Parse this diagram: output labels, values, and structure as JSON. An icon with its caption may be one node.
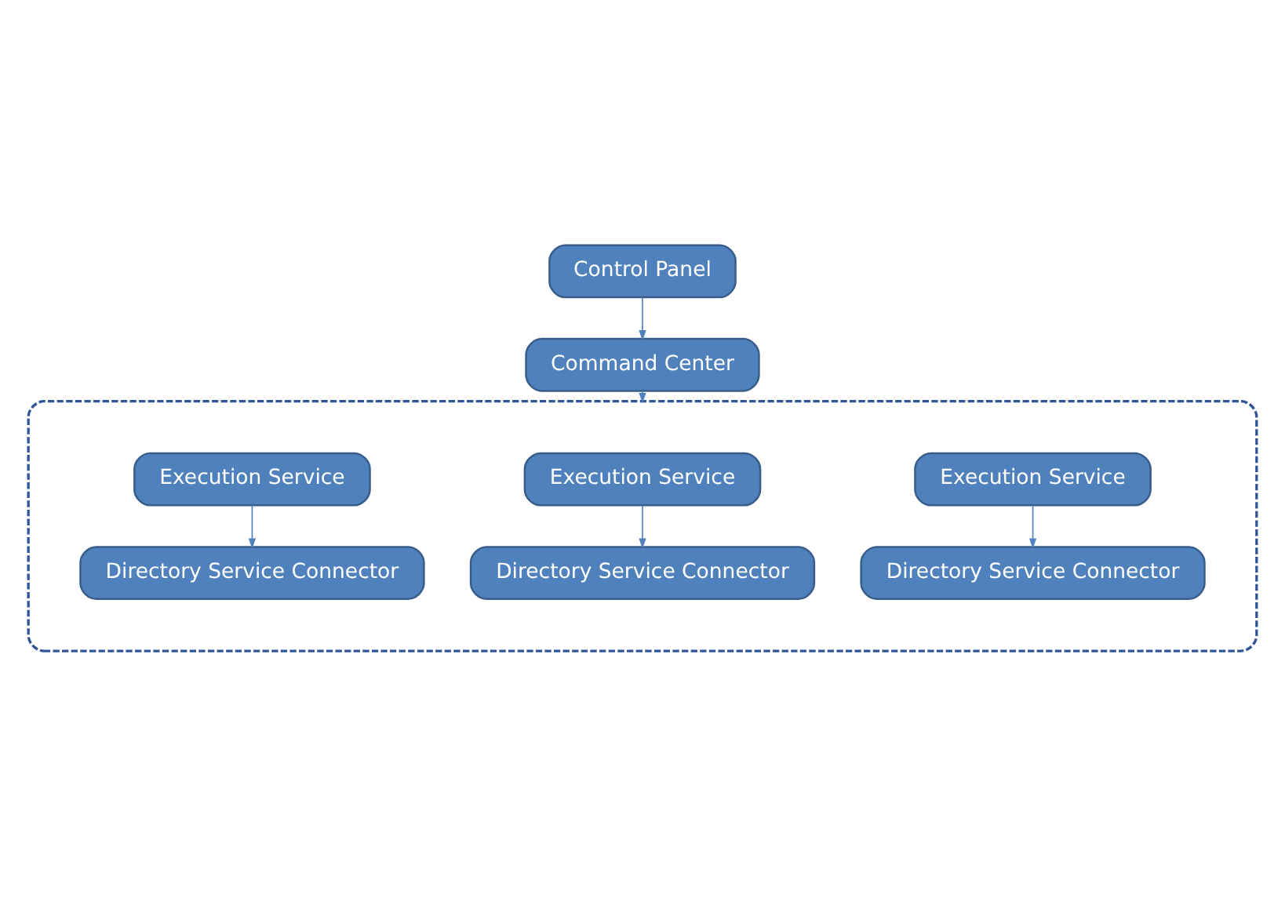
{
  "diagram": {
    "nodes": [
      {
        "text": [
          "Control Panel"
        ]
      },
      {
        "text": [
          "Command Center"
        ]
      },
      {
        "text": [],
        "shape": "ellipse"
      },
      {
        "text": [
          "Execution Service"
        ],
        "in": 2
      },
      {
        "text": [
          "Directory Service Connector"
        ],
        "in": 2
      },
      {
        "text": [
          "Execution Service"
        ],
        "in": 2
      },
      {
        "text": [
          "Directory Service Connector"
        ],
        "in": 2
      },
      {
        "text": [
          "Execution Service"
        ],
        "in": 2
      },
      {
        "text": [
          "Directory Service Connector"
        ],
        "in": 2
      }
    ],
    "edges": [
      {
        "from": 0,
        "to": 1,
        "arrow": "to"
      },
      {
        "from": 1,
        "to": 2,
        "arrow": "to"
      },
      {
        "from": 3,
        "to": 4,
        "arrow": "to"
      },
      {
        "from": 5,
        "to": 6,
        "arrow": "to"
      },
      {
        "from": 7,
        "to": 8,
        "arrow": "to"
      }
    ]
  }
}
